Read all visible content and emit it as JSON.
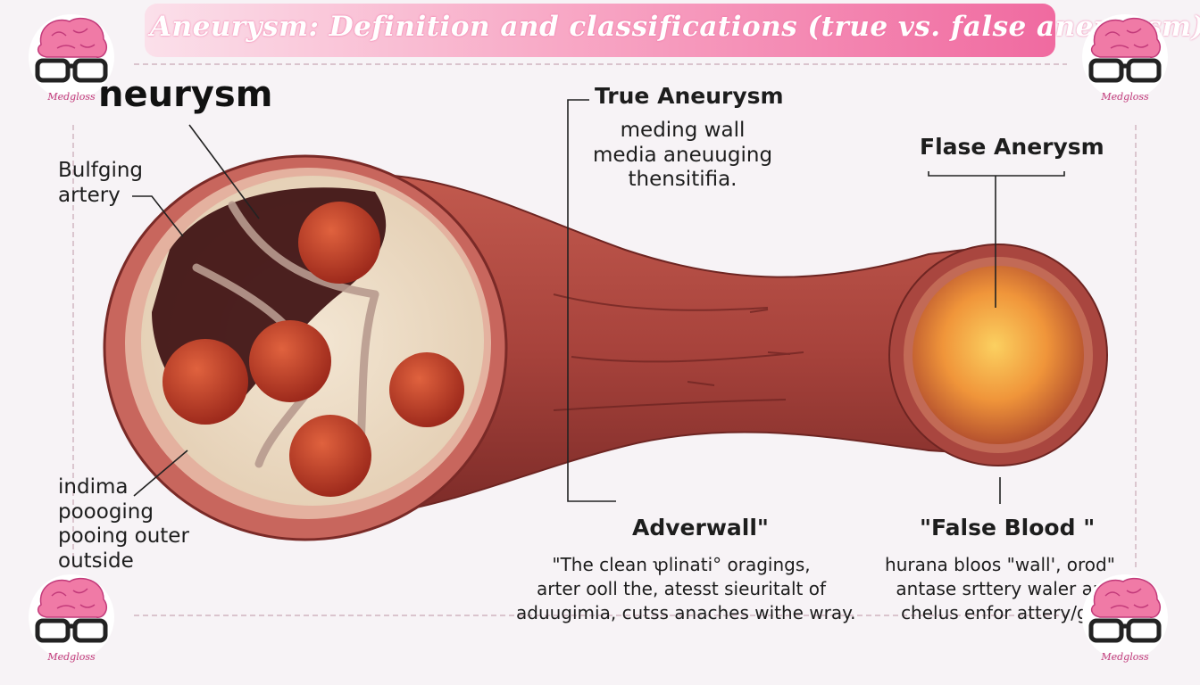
{
  "title": "Aneurysm: Definition and classifications (true vs. false aneurysm)",
  "brand": "Medgloss",
  "labels": {
    "aneurysm_word": "neurysm",
    "bulging_artery": [
      "Bulfging",
      "artery"
    ],
    "intima": [
      "indima",
      "poooging",
      "pooing outer",
      "outside"
    ],
    "true_aneurysm": "True Aneurysm",
    "true_sub": [
      "meding wall",
      "media aneuuging",
      "thensitifia."
    ],
    "false_aneurysm": "Flase Anerysm",
    "adverwall": "Adverwall\"",
    "false_blood": "\"False Blood \"",
    "caption_left": [
      "\"The clean ꝕlinati° oragings,",
      "arter ooll the, atesst sieuritalt of",
      "aduugimia, cutss anaches withe wray."
    ],
    "caption_right": [
      "hurana bloos \"wall', orod\"",
      "antase srttery waler an",
      "chelus enfor attery/ge"
    ]
  },
  "colors": {
    "title_gradient_start": "#fbe0ea",
    "title_gradient_end": "#f06aa0",
    "vessel_wall": "#b24e44",
    "vessel_dark": "#7d2c28",
    "cell": "#c9432b",
    "fat": "#ecdcc7",
    "false_lumen": "#f4a43a"
  },
  "icons": [
    "brain-glasses-logo-icon"
  ]
}
